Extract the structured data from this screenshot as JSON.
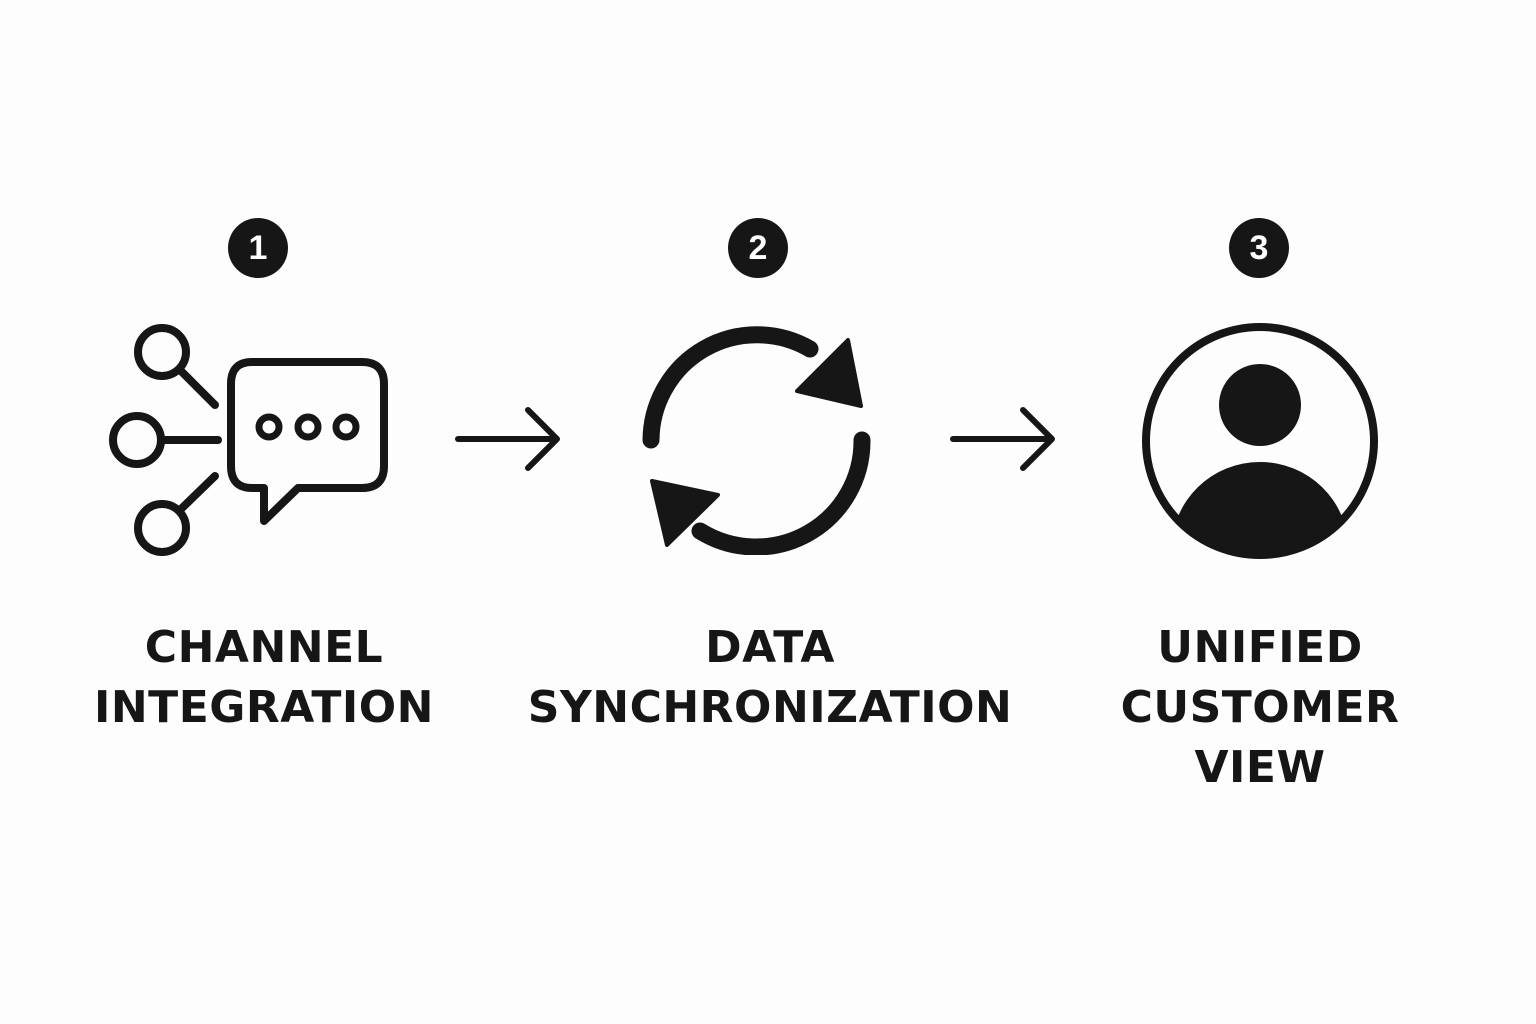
{
  "steps": [
    {
      "number": "1",
      "icon": "channel-integration-icon",
      "label_lines": [
        "CHANNEL",
        "INTEGRATION"
      ]
    },
    {
      "number": "2",
      "icon": "sync-icon",
      "label_lines": [
        "DATA",
        "SYNCHRONIZATION"
      ]
    },
    {
      "number": "3",
      "icon": "user-profile-icon",
      "label_lines": [
        "UNIFIED",
        "CUSTOMER",
        "VIEW"
      ]
    }
  ],
  "colors": {
    "ink": "#161616",
    "background": "#fdfdfd"
  }
}
